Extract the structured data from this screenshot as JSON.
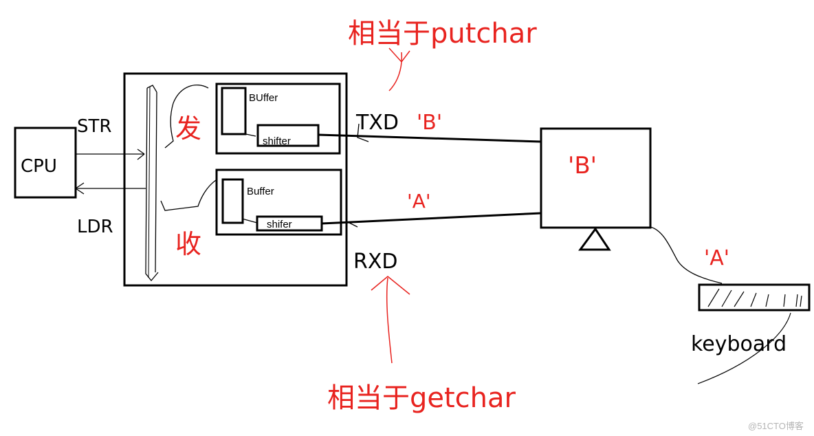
{
  "colors": {
    "ink": "#000000",
    "annotation": "#e8231f",
    "watermark": "#b4b4b4"
  },
  "cpu": {
    "label": "CPU"
  },
  "bus": {
    "str_label": "STR",
    "ldr_label": "LDR"
  },
  "transmit": {
    "buffer_label": "BUffer",
    "shifter_label": "shifter",
    "pin_label": "TXD",
    "char_label": "'B'",
    "section_label": "发"
  },
  "receive": {
    "buffer_label": "Buffer",
    "shifter_label": "shifer",
    "pin_label": "RXD",
    "char_label": "'A'",
    "section_label": "收"
  },
  "terminal": {
    "char_label": "'B'"
  },
  "keyboard": {
    "char_label": "'A'",
    "label": "keyboard"
  },
  "annotations": {
    "putchar_note": "相当于putchar",
    "getchar_note": "相当于getchar"
  },
  "watermark": {
    "text": "@51CTO博客"
  }
}
